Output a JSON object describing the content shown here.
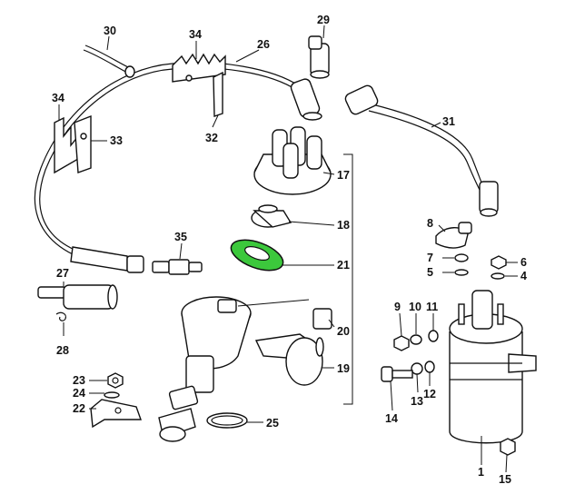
{
  "highlight_color": "#3cc83c",
  "callouts": {
    "n1": "1",
    "n4": "4",
    "n5": "5",
    "n6": "6",
    "n7": "7",
    "n8": "8",
    "n9": "9",
    "n10": "10",
    "n11": "11",
    "n12": "12",
    "n13": "13",
    "n14": "14",
    "n15": "15",
    "n17": "17",
    "n18": "18",
    "n19": "19",
    "n20": "20",
    "n21": "21",
    "n22": "22",
    "n23": "23",
    "n24": "24",
    "n25": "25",
    "n26": "26",
    "n27": "27",
    "n28": "28",
    "n29": "29",
    "n30": "30",
    "n31": "31",
    "n32": "32",
    "n33": "33",
    "n34a": "34",
    "n34b": "34",
    "n35": "35"
  }
}
